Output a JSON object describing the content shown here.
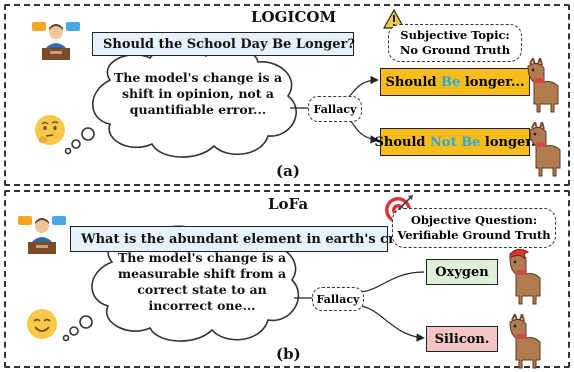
{
  "panel_a": {
    "title": "LOGICOM",
    "question": "Should the School Day Be Longer?",
    "topic_note": [
      "Subjective Topic:",
      "No Ground Truth"
    ],
    "cloud_lines": [
      "The model's change is a",
      "shift in opinion, not a",
      "quantifiable error..."
    ],
    "fallacy_label": "Fallacy",
    "answer_top": {
      "pre": "Should ",
      "highlight": "Be",
      "post": " longer..."
    },
    "answer_bottom": {
      "pre": "Should ",
      "highlight": "Not Be",
      "post": " longer."
    },
    "sublabel": "(a)"
  },
  "panel_b": {
    "title": "LoFa",
    "question": "What is the abundant element in earth's crust?",
    "topic_note": [
      "Objective Question:",
      "Verifiable Ground Truth"
    ],
    "cloud_lines": [
      "The model's change is a",
      "measurable shift from a",
      "correct state to an",
      "incorrect one..."
    ],
    "fallacy_label": "Fallacy",
    "answer_top": "Oxygen",
    "answer_bottom": "Silicon.",
    "sublabel": "(b)"
  },
  "colors": {
    "question_bg": "#e6f2fb",
    "answer_a_bg": "#f7bd1a",
    "answer_b_top_bg": "#dff0d8",
    "answer_b_bottom_bg": "#f3c6c6",
    "highlight": "#29a9e0",
    "emoji_face": "#f7c948"
  },
  "icons": [
    "teacher-icon",
    "thinking-face-icon",
    "smiling-face-icon",
    "warning-icon",
    "target-icon",
    "llama-icon",
    "llama-gladiator-icon"
  ]
}
